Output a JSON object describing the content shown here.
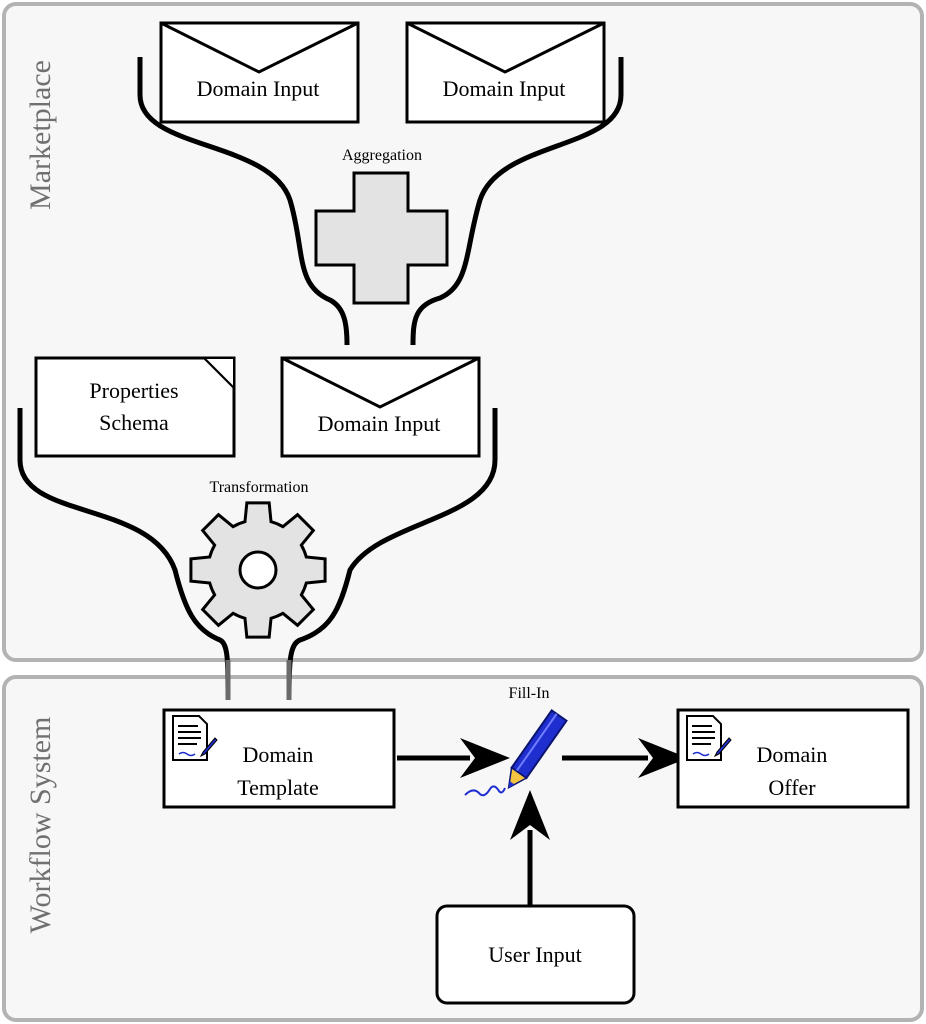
{
  "lanes": {
    "marketplace": "Marketplace",
    "workflow": "Workflow System"
  },
  "inputs": {
    "top_left": "Domain Input",
    "top_right": "Domain Input",
    "middle": "Domain Input"
  },
  "schema": {
    "line1": "Properties",
    "line2": "Schema"
  },
  "operations": {
    "aggregation": "Aggregation",
    "transformation": "Transformation",
    "fill_in": "Fill-In"
  },
  "template": {
    "line1": "Domain",
    "line2": "Template"
  },
  "offer": {
    "line1": "Domain",
    "line2": "Offer"
  },
  "user_input": "User Input",
  "colors": {
    "lane_fill": "#f7f7f7",
    "lane_border": "#b3b3b3",
    "shape_fill": "#e3e3e3",
    "pencil_blue": "#1f2fcf",
    "pencil_tip": "#f5c542"
  },
  "icons": [
    "envelope-icon",
    "document-icon",
    "plus-icon",
    "gear-icon",
    "pencil-icon",
    "arrow-icon"
  ]
}
